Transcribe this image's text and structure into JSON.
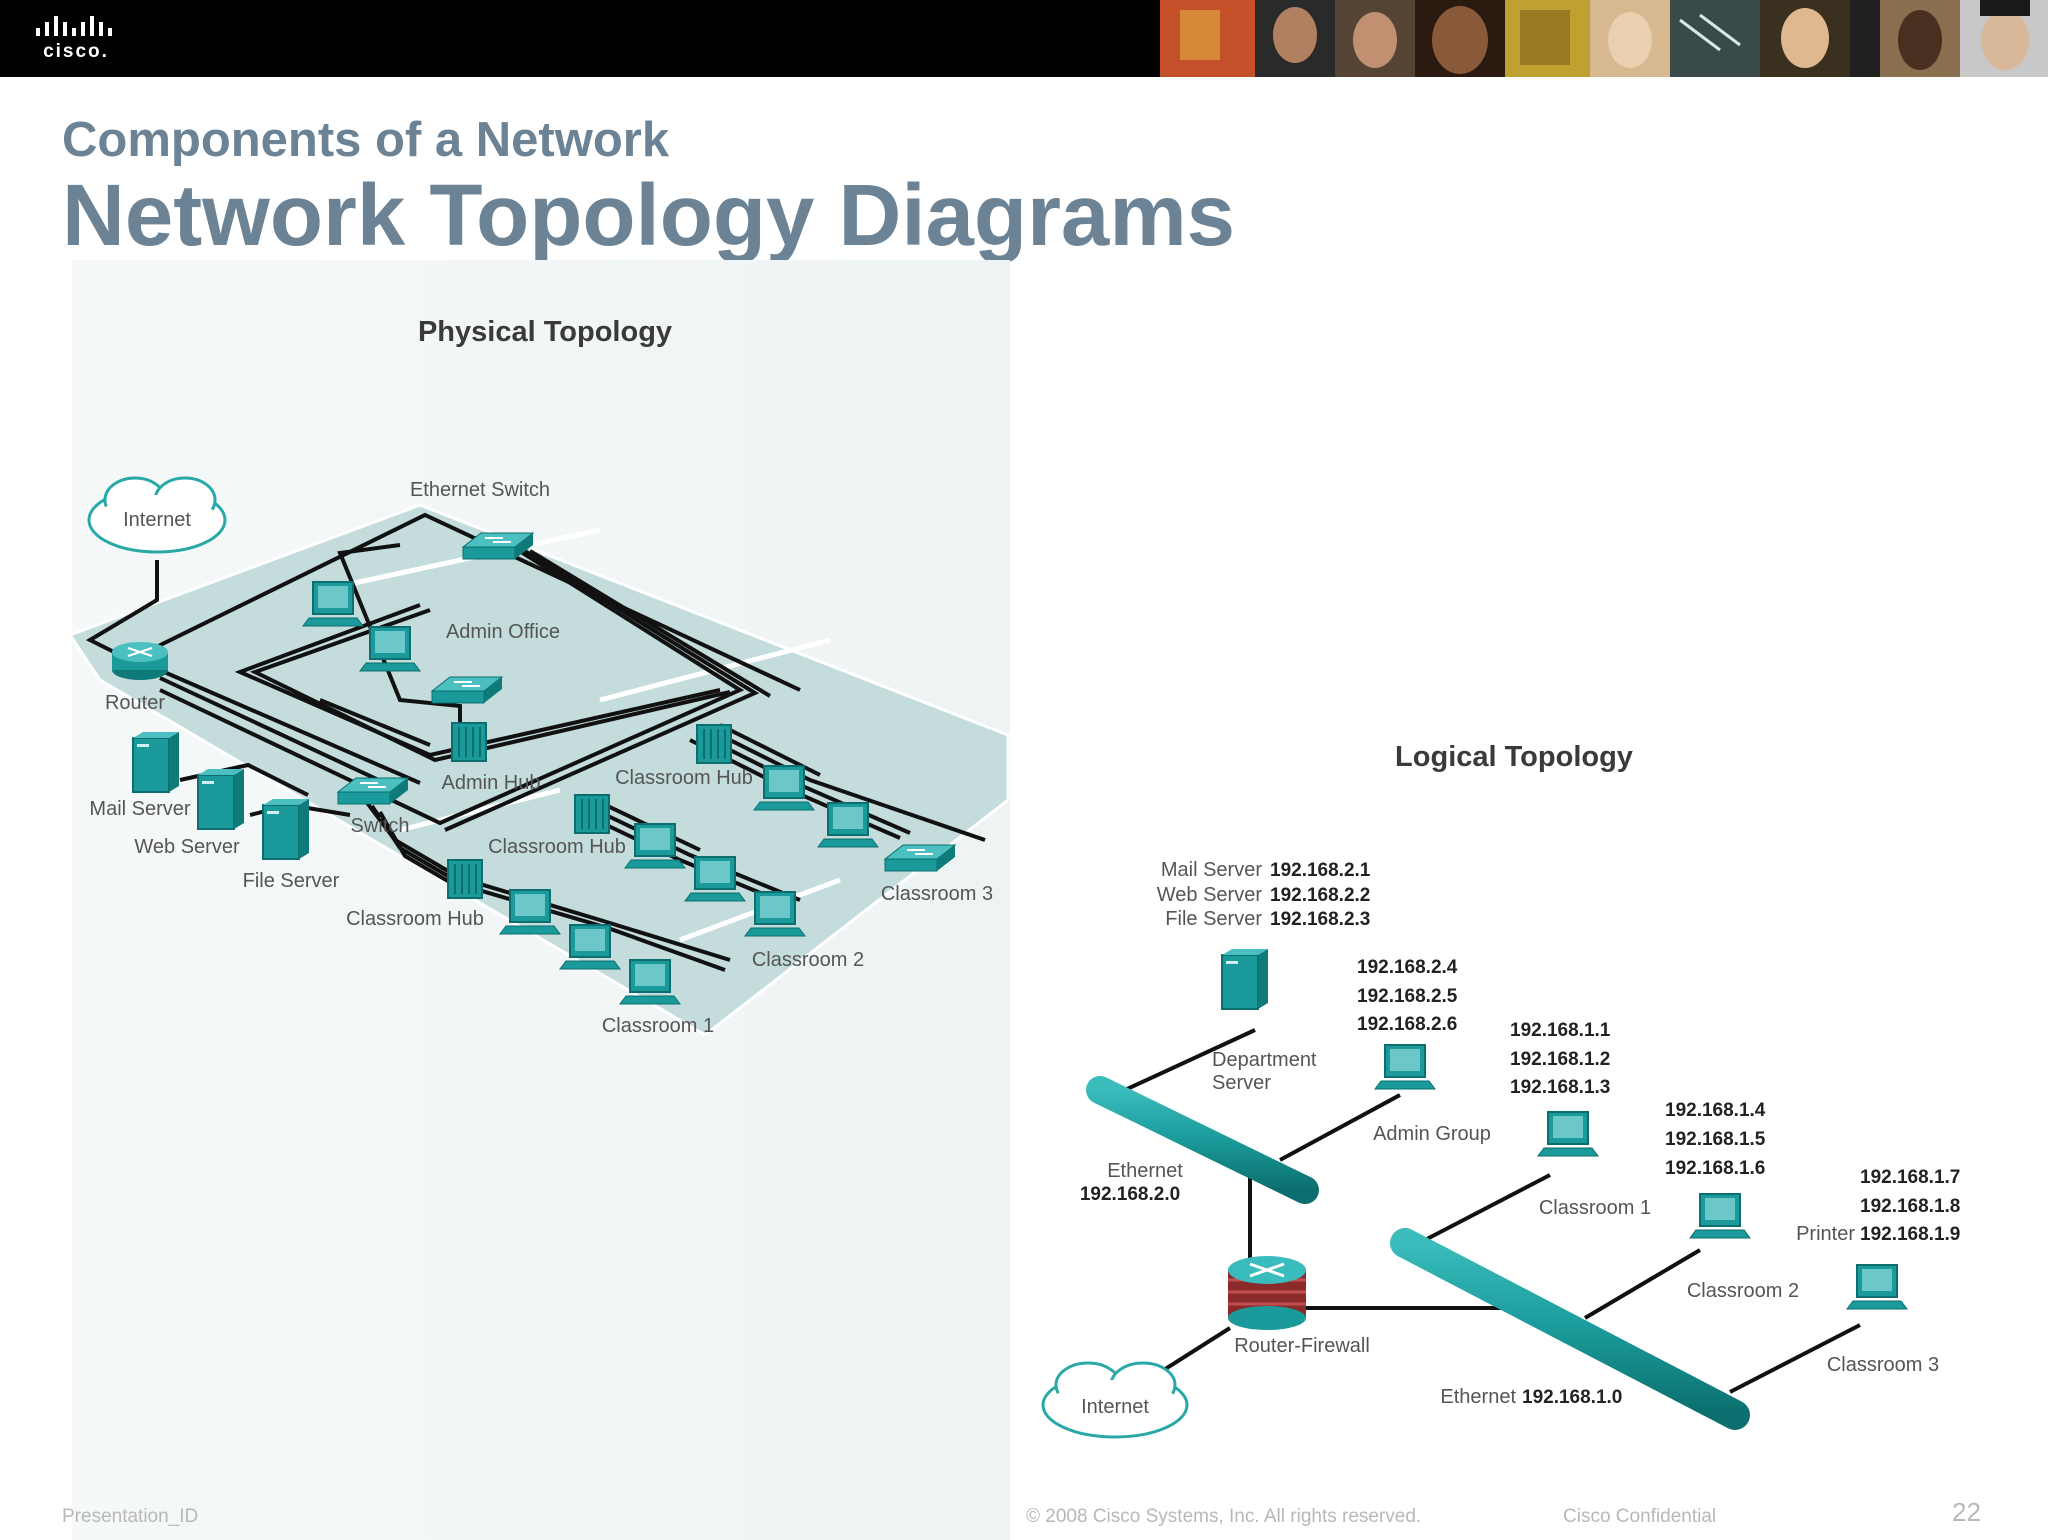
{
  "header": {
    "logo_text": "cisco."
  },
  "slide": {
    "subtitle": "Components of a Network",
    "title": "Network Topology Diagrams"
  },
  "physical": {
    "heading": "Physical Topology",
    "labels": {
      "internet": "Internet",
      "ethernet_switch": "Ethernet Switch",
      "router": "Router",
      "admin_office": "Admin Office",
      "mail_server": "Mail Server",
      "web_server": "Web Server",
      "file_server": "File Server",
      "switch": "Switch",
      "admin_hub": "Admin Hub",
      "classroom_hub_a": "Classroom Hub",
      "classroom_hub_b": "Classroom Hub",
      "classroom_hub_c": "Classroom Hub",
      "classroom_1": "Classroom 1",
      "classroom_2": "Classroom 2",
      "classroom_3": "Classroom 3"
    }
  },
  "logical": {
    "heading": "Logical Topology",
    "servers": {
      "mail_name": "Mail Server",
      "mail_ip": "192.168.2.1",
      "web_name": "Web Server",
      "web_ip": "192.168.2.2",
      "file_name": "File Server",
      "file_ip": "192.168.2.3"
    },
    "admin_ips": [
      "192.168.2.4",
      "192.168.2.5",
      "192.168.2.6"
    ],
    "class1_ips": [
      "192.168.1.1",
      "192.168.1.2",
      "192.168.1.3"
    ],
    "class2_ips": [
      "192.168.1.4",
      "192.168.1.5",
      "192.168.1.6"
    ],
    "class3_ips": [
      "192.168.1.7",
      "192.168.1.8",
      "192.168.1.9"
    ],
    "printer_label": "Printer",
    "department_server": [
      "Department",
      "Server"
    ],
    "admin_group": "Admin Group",
    "classroom_1": "Classroom 1",
    "classroom_2": "Classroom 2",
    "classroom_3": "Classroom 3",
    "ethernet_2_label": "Ethernet",
    "ethernet_2_ip": "192.168.2.0",
    "router_firewall": "Router-Firewall",
    "internet": "Internet",
    "ethernet_1_label": "Ethernet",
    "ethernet_1_ip": "192.168.1.0"
  },
  "footer": {
    "presentation_id": "Presentation_ID",
    "copyright": "© 2008 Cisco Systems, Inc. All rights reserved.",
    "confidential": "Cisco Confidential",
    "page_number": "22"
  },
  "colors": {
    "device_teal": "#1a9a9a",
    "title_blue_gray": "#6b8394",
    "floor_fill": "#c4dcdc"
  }
}
